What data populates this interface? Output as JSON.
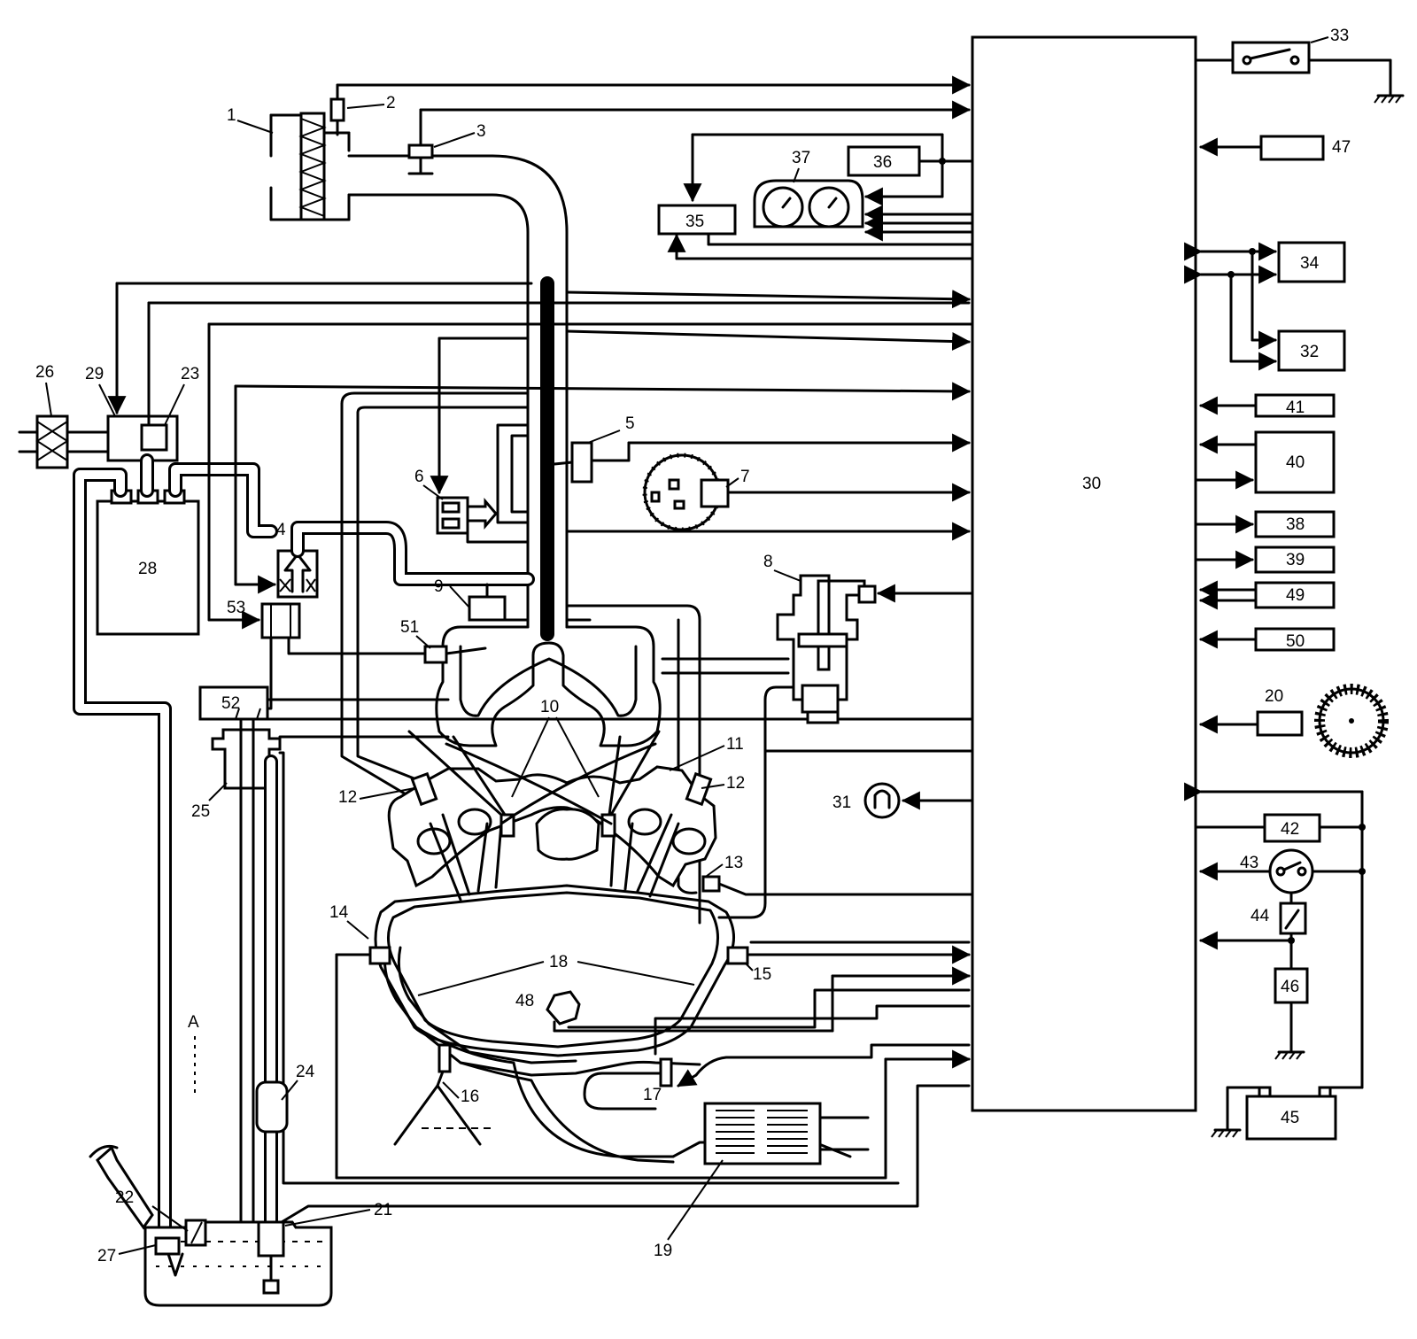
{
  "components": {
    "c1": "1",
    "c2": "2",
    "c3": "3",
    "c4": "4",
    "c5": "5",
    "c6": "6",
    "c7": "7",
    "c8": "8",
    "c9": "9",
    "c10": "10",
    "c11": "11",
    "c12a": "12",
    "c12b": "12",
    "c13": "13",
    "c14": "14",
    "c15": "15",
    "c16": "16",
    "c17": "17",
    "c18": "18",
    "c19": "19",
    "c20": "20",
    "c21": "21",
    "c22": "22",
    "c23": "23",
    "c24": "24",
    "c25": "25",
    "c26": "26",
    "c27": "27",
    "c28": "28",
    "c29": "29",
    "c30": "30",
    "c31": "31",
    "c32": "32",
    "c33": "33",
    "c34": "34",
    "c35": "35",
    "c36": "36",
    "c37": "37",
    "c38": "38",
    "c39": "39",
    "c40": "40",
    "c41": "41",
    "c42": "42",
    "c43": "43",
    "c44": "44",
    "c45": "45",
    "c46": "46",
    "c47": "47",
    "c48": "48",
    "c49": "49",
    "c50": "50",
    "c51": "51",
    "c52": "52",
    "c53": "53"
  },
  "view_marker": "A"
}
